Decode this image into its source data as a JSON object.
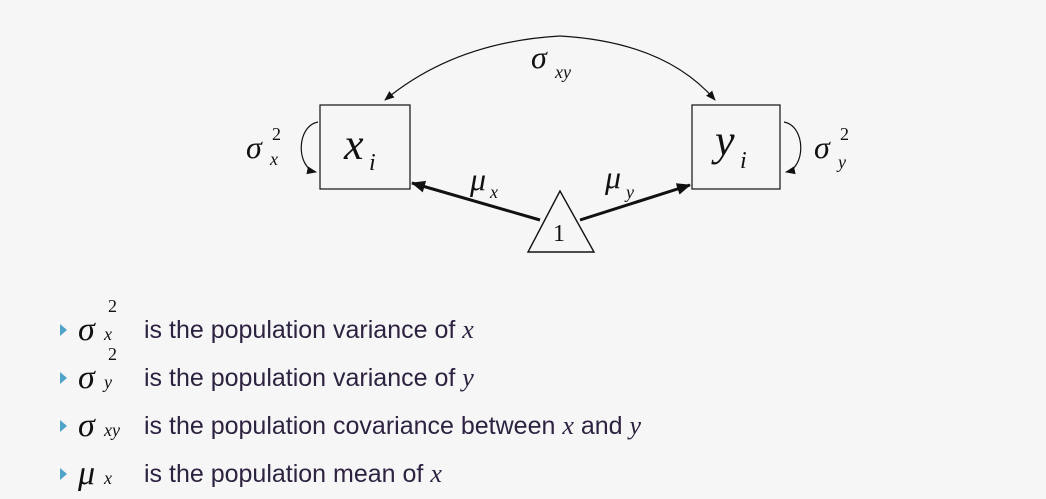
{
  "diagram": {
    "var_x": "x",
    "var_x_sub": "i",
    "var_y": "y",
    "var_y_sub": "i",
    "constant": "1",
    "cov_sym": "σ",
    "cov_sub": "xy",
    "varx_sym": "σ",
    "varx_sup": "2",
    "varx_sub": "x",
    "vary_sym": "σ",
    "vary_sup": "2",
    "vary_sub": "y",
    "meanx_sym": "μ",
    "meanx_sub": "x",
    "meany_sym": "μ",
    "meany_sub": "y"
  },
  "bullets": [
    {
      "sym": "σ",
      "sup": "2",
      "sub": "x",
      "text": "is the population variance of",
      "var": "x",
      "text2": "",
      "var2": ""
    },
    {
      "sym": "σ",
      "sup": "2",
      "sub": "y",
      "text": "is the population variance of",
      "var": "y",
      "text2": "",
      "var2": ""
    },
    {
      "sym": "σ",
      "sup": "",
      "sub": "xy",
      "text": "is the population covariance between",
      "var": "x",
      "text2": "and",
      "var2": "y"
    },
    {
      "sym": "μ",
      "sup": "",
      "sub": "x",
      "text": "is the population mean of",
      "var": "x",
      "text2": "",
      "var2": ""
    }
  ]
}
